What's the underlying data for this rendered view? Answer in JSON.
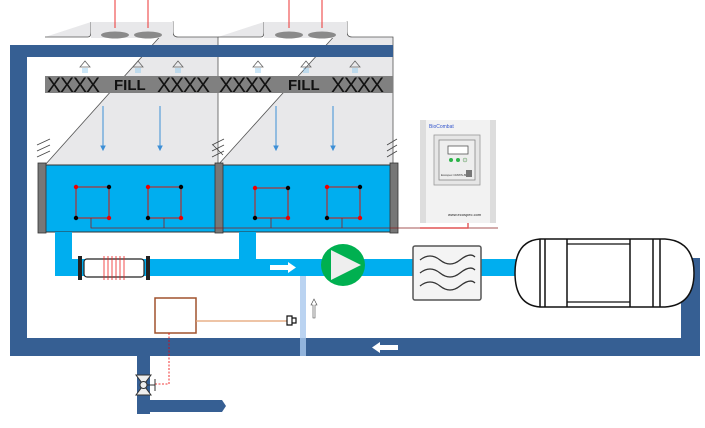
{
  "diagram": {
    "fill_label": "FILL",
    "fill_pattern": "XXXX",
    "controller": {
      "brand": "BioCombat",
      "model": "Ecospec CMWS-80",
      "url": "www.ecospec.com"
    },
    "colors": {
      "main_pipe": "#365f93",
      "water": "#00aeef",
      "tower_body": "#e8e8ea",
      "fill_band": "#808080",
      "pump": "#00b050",
      "controller_wire": "#c0504d",
      "sensor_box": "#a0522d"
    }
  }
}
